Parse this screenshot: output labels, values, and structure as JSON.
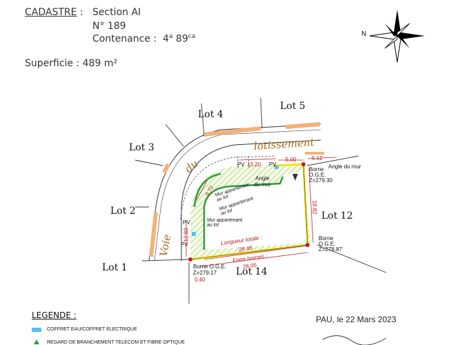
{
  "header": {
    "cadastre_label": "CADASTRE",
    "section": "Section AI",
    "number": "N° 189",
    "contenance_label": "Contenance :",
    "contenance_a": "4",
    "contenance_a_unit": "a",
    "contenance_ca": "89",
    "contenance_ca_unit": "ca",
    "superficie": "Superficie : 489 m²"
  },
  "lots": {
    "lot1": "Lot 1",
    "lot2": "Lot 2",
    "lot3": "Lot 3",
    "lot4": "Lot 4",
    "lot5": "Lot 5",
    "lot12": "Lot 12",
    "lot14": "Lot 14"
  },
  "street": {
    "word1": "Voie",
    "word2": "du",
    "word3": "lotissement"
  },
  "dimensions": {
    "d1320": "13.20",
    "d500": "5.00",
    "d512": "5.12",
    "d972": "9.72",
    "d1882": "18.82",
    "d1283": "12.83",
    "d040": "0.40",
    "longueur_label": "Longueur totale :",
    "longueur_value": "28.45",
    "bornes_label": "Entre bornes :",
    "bornes_value": "28.05"
  },
  "pv_labels": {
    "pv1": "PV",
    "pv2": "PV",
    "pv3": "PV",
    "pv4": "PV"
  },
  "annotations": {
    "angle_wall_label": "Angle du mur",
    "borne_ne_title": "Borne",
    "borne_ne_oge": "O.G.E.",
    "borne_ne_z": "Z=279.30",
    "angle_inner_1": "Angle",
    "angle_inner_2": "du mur",
    "mur_lot_1a": "Mur appartenant",
    "mur_lot_1b": "au lot",
    "mur_lot_2a": "Mur appartenant",
    "mur_lot_2b": "au lot",
    "mur_lot_3a": "Mur appartenant",
    "mur_lot_3b": "au lot",
    "borne_se_title": "Borne",
    "borne_se_oge": "O.G.E.",
    "borne_se_z": "Z=278.87",
    "borne_sw_title": "Borne O.G.E.",
    "borne_sw_z": "Z=279.17"
  },
  "legend": {
    "title": "LEGENDE :",
    "item1": "COFFRET EAU/COFFRET ELECTRIQUE",
    "item2": "REGARD DE BRANCHEMENT TELECOM ET FIBRE OPTIQUE",
    "item1_color": "#4fc3f7",
    "item2_color": "#2e9d3a"
  },
  "signature": {
    "place_date": "PAU, le 22 Mars 2023"
  },
  "colors": {
    "parcel": "#f3e21c",
    "wall": "#2e9d3a",
    "band": "#f2b27a",
    "hatch": "#7cbf4a"
  }
}
